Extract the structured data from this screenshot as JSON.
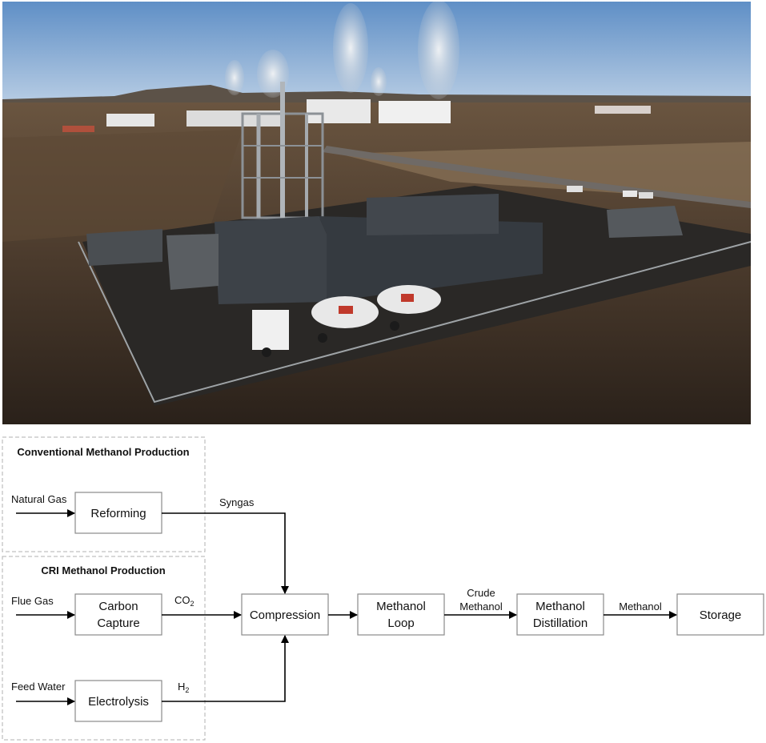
{
  "photo": {
    "colors": {
      "sky_top": "#5f8fc6",
      "sky_bottom": "#b8cde4",
      "ground": "#4a3a2c",
      "building": "#3d4248",
      "steam": "#d9dde2"
    }
  },
  "diagram": {
    "groups": {
      "conventional": "Conventional Methanol Production",
      "cri": "CRI Methanol Production"
    },
    "inputs": {
      "natural_gas": "Natural Gas",
      "flue_gas": "Flue Gas",
      "feed_water": "Feed Water"
    },
    "boxes": {
      "reforming": [
        "Reforming"
      ],
      "carbon_capture": [
        "Carbon",
        "Capture"
      ],
      "electrolysis": [
        "Electrolysis"
      ],
      "compression": [
        "Compression"
      ],
      "methanol_loop": [
        "Methanol",
        "Loop"
      ],
      "methanol_distillation": [
        "Methanol",
        "Distillation"
      ],
      "storage": [
        "Storage"
      ]
    },
    "edge_labels": {
      "syngas": "Syngas",
      "co2_base": "CO",
      "co2_sub": "2",
      "h2_base": "H",
      "h2_sub": "2",
      "crude_1": "Crude",
      "crude_2": "Methanol",
      "methanol": "Methanol"
    }
  }
}
